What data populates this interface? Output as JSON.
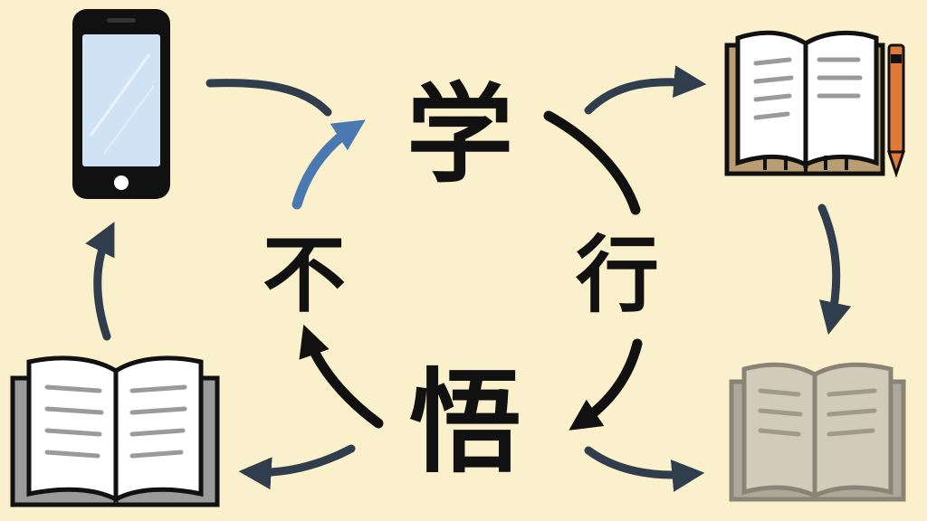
{
  "diagram": {
    "center_labels": {
      "top": "学",
      "right": "行",
      "bottom": "悟",
      "left": "不"
    },
    "icons": [
      {
        "name": "smartphone-icon",
        "position": "top-left"
      },
      {
        "name": "notebook-with-pen-icon",
        "position": "top-right"
      },
      {
        "name": "open-book-icon",
        "position": "bottom-left"
      },
      {
        "name": "faded-book-icon",
        "position": "bottom-right"
      }
    ],
    "colors": {
      "background": "#fbf0cc",
      "arrow_dark": "#2f3d4c",
      "arrow_blue": "#4a78b0",
      "phone_screen": "#cfe3f5",
      "pen": "#e07a3a",
      "faded_book": "#b9b3a6"
    }
  }
}
